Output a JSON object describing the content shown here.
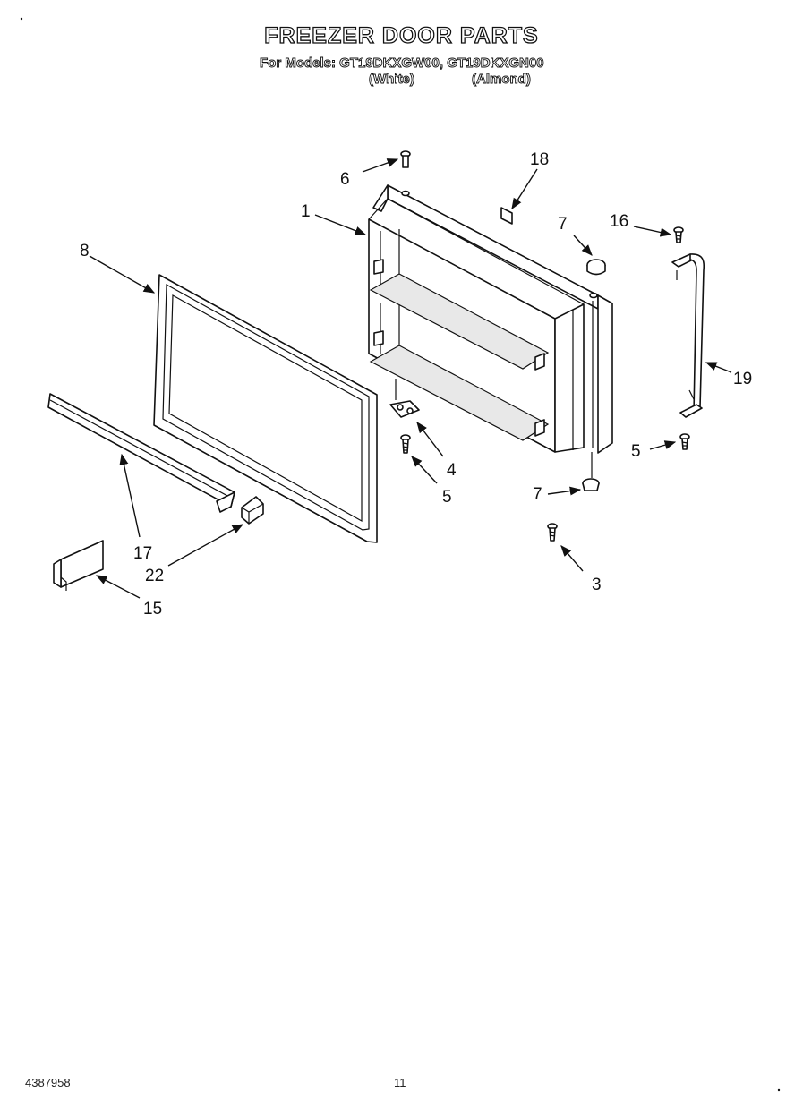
{
  "header": {
    "title": "FREEZER DOOR PARTS",
    "models_line": "For Models: GT19DKXGW00, GT19DKXGN00",
    "color_white": "(White)",
    "color_almond": "(Almond)"
  },
  "callouts": {
    "c1": "1",
    "c3": "3",
    "c4": "4",
    "c5a": "5",
    "c5b": "5",
    "c6": "6",
    "c7a": "7",
    "c7b": "7",
    "c8": "8",
    "c15": "15",
    "c16": "16",
    "c17": "17",
    "c18": "18",
    "c19": "19",
    "c22": "22"
  },
  "footer": {
    "doc_number": "4387958",
    "page_number": "11"
  }
}
